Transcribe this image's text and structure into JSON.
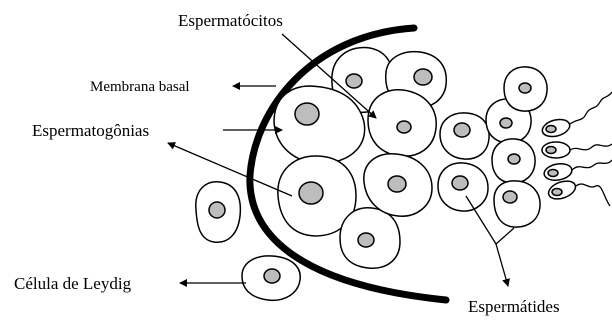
{
  "labels": {
    "espermatocitos": "Espermatócitos",
    "membrana_basal": "Membrana basal",
    "espermatogonias": "Espermatogônias",
    "celula_leydig": "Célula de Leydig",
    "espermatides": "Espermátides"
  }
}
